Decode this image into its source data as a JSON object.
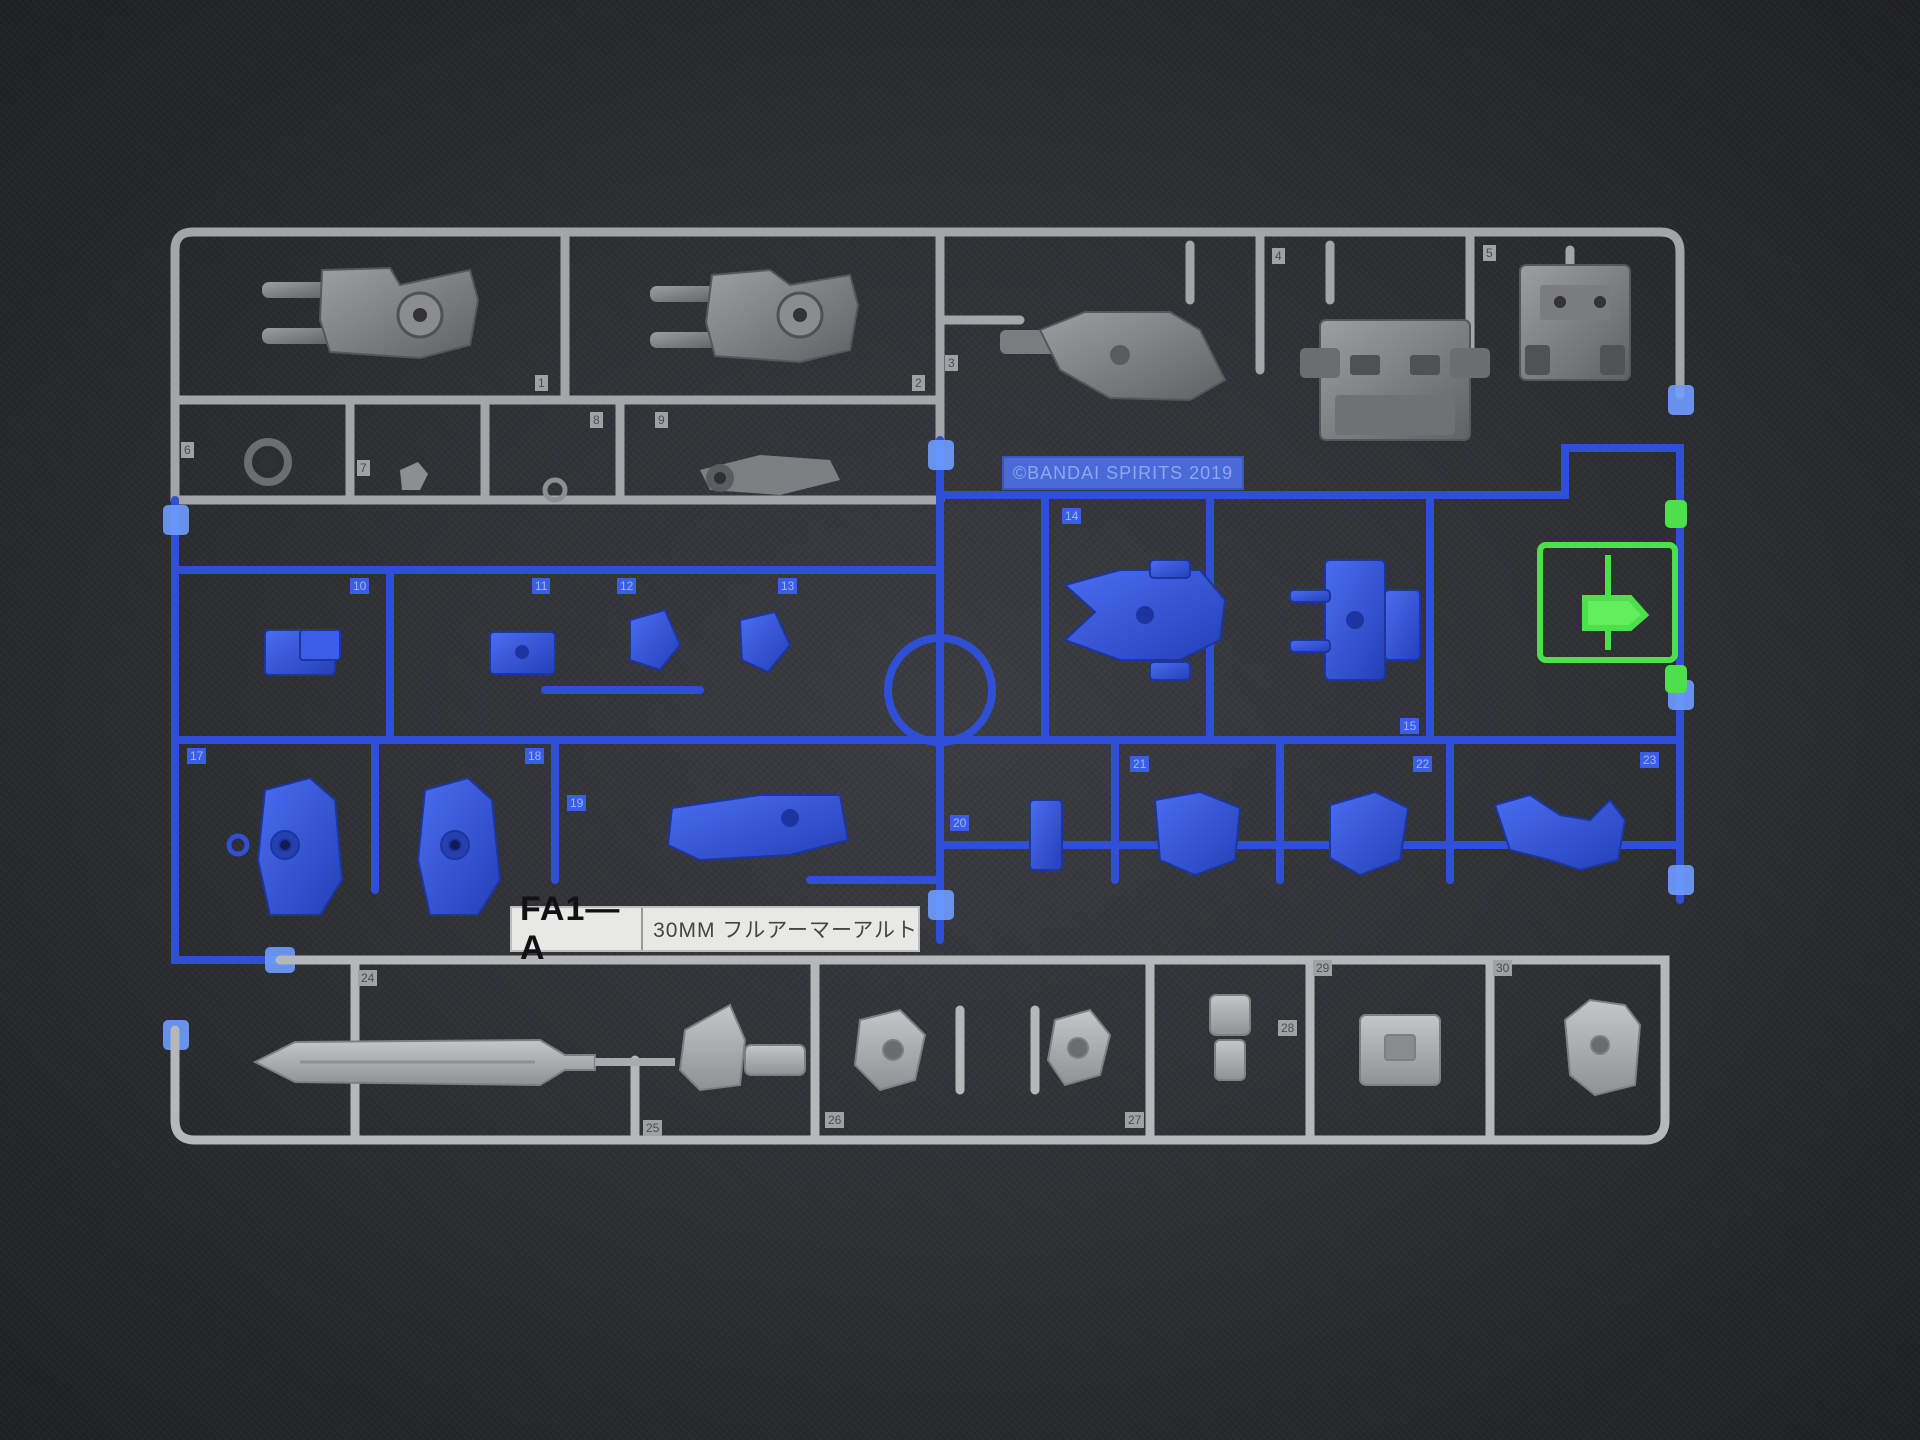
{
  "photo": {
    "subject": "plastic model kit runner",
    "colors": {
      "background": "#2e3034",
      "silver_runner": "#a7a9ab",
      "gray_parts": "#7d7f82",
      "blue_runner": "#2f4fd6",
      "green_clear": "#4ce14a",
      "light_blue_clip": "#6f9cff"
    }
  },
  "runner": {
    "name_plate": {
      "code": "FA1—A",
      "description": "30MM フルアーマーアルト"
    },
    "copyright": "©BANDAI SPIRITS 2019",
    "part_numbers": [
      "1",
      "2",
      "3",
      "4",
      "5",
      "6",
      "7",
      "8",
      "9",
      "10",
      "11",
      "12",
      "13",
      "14",
      "15",
      "17",
      "18",
      "19",
      "20",
      "21",
      "22",
      "23",
      "24",
      "25",
      "26",
      "27",
      "28",
      "29",
      "30"
    ]
  }
}
